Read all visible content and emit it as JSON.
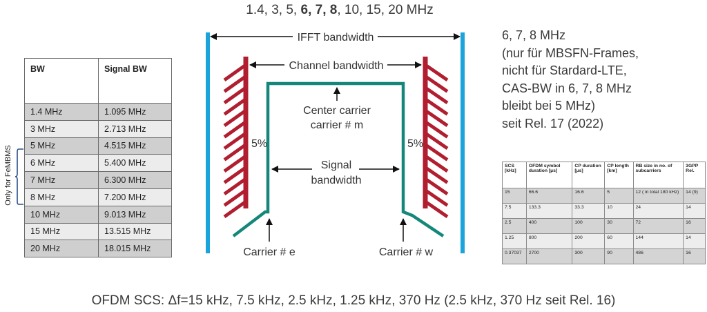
{
  "title": {
    "prefix": "1.4, 3, 5, ",
    "bold": "6, 7, 8",
    "suffix": ", 10, 15, 20 MHz"
  },
  "diagram": {
    "ifft_label": "IFFT bandwidth",
    "channel_label": "Channel bandwidth",
    "center_line1": "Center carrier",
    "center_line2": "carrier # m",
    "signal_line1": "Signal",
    "signal_line2": "bandwidth",
    "left_percent": "5%",
    "right_percent": "5%",
    "carrier_e": "Carrier # e",
    "carrier_w": "Carrier # w",
    "colors": {
      "ifft": "#1ba3dc",
      "guard": "#b01e2f",
      "signal": "#14877a"
    }
  },
  "note": [
    "6, 7, 8 MHz",
    "(nur für MBSFN-Frames,",
    "nicht für Stardard-LTE,",
    "CAS-BW in 6, 7, 8 MHz",
    "bleibt bei 5 MHz)",
    "seit Rel. 17 (2022)"
  ],
  "bw_table": {
    "headers": [
      "BW",
      "Signal BW"
    ],
    "rows": [
      [
        "1.4 MHz",
        "1.095 MHz"
      ],
      [
        "3 MHz",
        "2.713 MHz"
      ],
      [
        "5 MHz",
        "4.515 MHz"
      ],
      [
        "6 MHz",
        "5.400 MHz"
      ],
      [
        "7 MHz",
        "6.300 MHz"
      ],
      [
        "8 MHz",
        "7.200 MHz"
      ],
      [
        "10 MHz",
        "9.013 MHz"
      ],
      [
        "15 MHz",
        "13.515 MHz"
      ],
      [
        "20 MHz",
        "18.015 MHz"
      ]
    ],
    "side_label": "Only for FeMBMS"
  },
  "scs_table": {
    "headers": [
      "SCS [kHz]",
      "OFDM symbol duration [µs]",
      "CP duration [µs]",
      "CP length [km]",
      "RB size in no. of subcarriers",
      "3GPP Rel."
    ],
    "rows": [
      [
        "15",
        "66.6",
        "16.6",
        "5",
        "12 ( in total 180 kHz)",
        "14 (9)"
      ],
      [
        "7.5",
        "133.3",
        "33.3",
        "10",
        "24",
        "14"
      ],
      [
        "2.5",
        "400",
        "100",
        "30",
        "72",
        "16"
      ],
      [
        "1.25",
        "800",
        "200",
        "60",
        "144",
        "14"
      ],
      [
        "0.37037",
        "2700",
        "300",
        "90",
        "486",
        "16"
      ]
    ]
  },
  "caption": "OFDM SCS: Δf=15 kHz, 7.5 kHz, 2.5 kHz, 1.25 kHz, 370 Hz (2.5 kHz, 370 Hz seit Rel. 16)"
}
